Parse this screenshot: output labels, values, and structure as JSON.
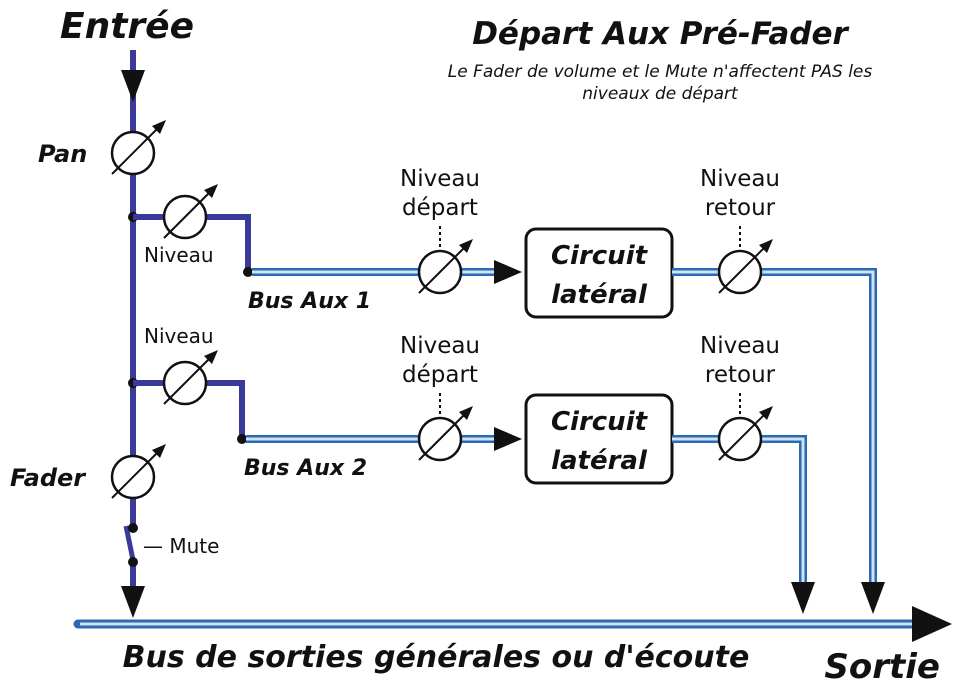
{
  "title": "Départ Aux Pré-Fader",
  "subtitle_line1": "Le Fader de volume et le Mute n'affectent PAS les",
  "subtitle_line2": "niveaux de départ",
  "input_label": "Entrée",
  "output_label": "Sortie",
  "main_bus_label": "Bus de sorties générales ou d'écoute",
  "pan_label": "Pan",
  "fader_label": "Fader",
  "mute_label": "— Mute",
  "aux1": {
    "level_label": "Niveau",
    "bus_label": "Bus Aux 1",
    "send_label_line1": "Niveau",
    "send_label_line2": "départ",
    "circuit_line1": "Circuit",
    "circuit_line2": "latéral",
    "return_label_line1": "Niveau",
    "return_label_line2": "retour"
  },
  "aux2": {
    "level_label": "Niveau",
    "bus_label": "Bus Aux 2",
    "send_label_line1": "Niveau",
    "send_label_line2": "départ",
    "circuit_line1": "Circuit",
    "circuit_line2": "latéral",
    "return_label_line1": "Niveau",
    "return_label_line2": "retour"
  },
  "colors": {
    "signal_path": "#3a3a9a",
    "bus_outer": "#2a6ab0",
    "bus_inner": "#cfe3f5",
    "arrow": "#111111"
  }
}
